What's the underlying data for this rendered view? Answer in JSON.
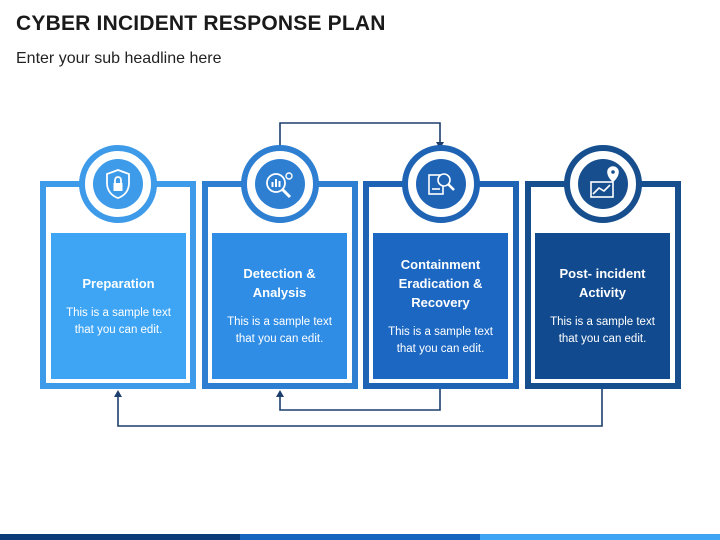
{
  "title": "CYBER INCIDENT RESPONSE PLAN",
  "subtitle": "Enter your sub headline here",
  "steps": [
    {
      "title": "Preparation",
      "text": "This is a sample text\nthat you can edit.",
      "icon": "shield-lock-icon",
      "frame_color": "#3d9be9",
      "card_color": "#3ea5f5"
    },
    {
      "title": "Detection &\nAnalysis",
      "text": "This is a sample text\nthat you can edit.",
      "icon": "magnifier-chart-icon",
      "frame_color": "#2e7fd1",
      "card_color": "#2f8de6"
    },
    {
      "title": "Containment\nEradication &\nRecovery",
      "text": "This is a sample text\nthat you can edit.",
      "icon": "document-search-icon",
      "frame_color": "#1f63b4",
      "card_color": "#1b67c2"
    },
    {
      "title": "Post- incident\nActivity",
      "text": "This is a sample text\nthat you can edit.",
      "icon": "map-route-icon",
      "frame_color": "#174f8e",
      "card_color": "#114a8e"
    }
  ],
  "colors": {
    "connector": "#1c3f6e",
    "accent_bar": [
      "#0b3a78",
      "#1565c0",
      "#3ea5f5"
    ]
  }
}
